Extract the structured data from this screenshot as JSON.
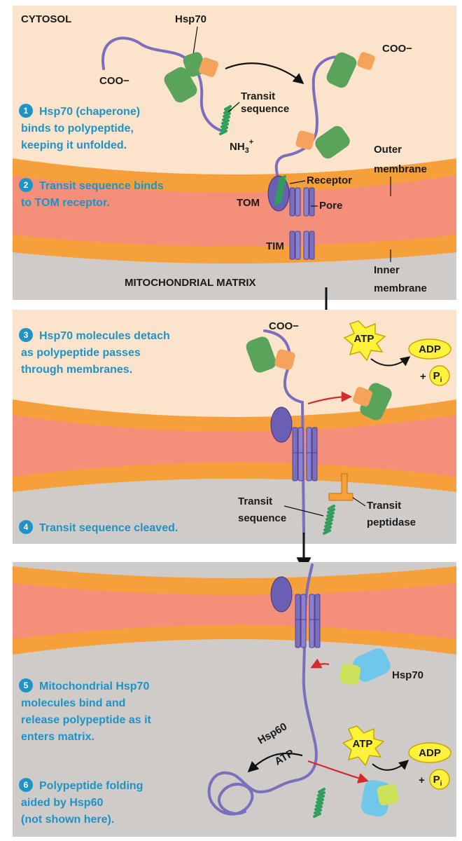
{
  "panel1": {
    "cytosol": "CYTOSOL",
    "hsp70": "Hsp70",
    "coo_left": "COO−",
    "coo_right": "COO−",
    "transit_line1": "Transit",
    "transit_line2": "sequence",
    "nh3": "NH",
    "nh3_sub": "3",
    "nh3_sup": "+",
    "outer_line1": "Outer",
    "outer_line2": "membrane",
    "receptor": "Receptor",
    "tom": "TOM",
    "pore": "Pore",
    "tim": "TIM",
    "matrix": "MITOCHONDRIAL MATRIX",
    "inner_line1": "Inner",
    "inner_line2": "membrane",
    "step1_num": "1",
    "step1_lines": [
      "Hsp70 (chaperone)",
      "binds to polypeptide,",
      "keeping it unfolded."
    ],
    "step2_num": "2",
    "step2_lines": [
      "Transit sequence binds",
      "to TOM receptor."
    ]
  },
  "panel2": {
    "coo": "COO−",
    "atp": "ATP",
    "adp": "ADP",
    "plus": "+",
    "pi": "P",
    "pi_sub": "i",
    "transit_line1": "Transit",
    "transit_line2": "sequence",
    "peptidase_line1": "Transit",
    "peptidase_line2": "peptidase",
    "step3_num": "3",
    "step3_lines": [
      "Hsp70 molecules detach",
      "as polypeptide passes",
      "through membranes."
    ],
    "step4_num": "4",
    "step4_lines": [
      "Transit sequence cleaved."
    ]
  },
  "panel3": {
    "hsp70": "Hsp70",
    "hsp60": "Hsp60",
    "atp_small": "ATP",
    "atp": "ATP",
    "adp": "ADP",
    "plus": "+",
    "pi": "P",
    "pi_sub": "i",
    "step5_num": "5",
    "step5_lines": [
      "Mitochondrial Hsp70",
      "molecules bind and",
      "release polypeptide as it",
      "enters matrix."
    ],
    "step6_num": "6",
    "step6_lines": [
      "Polypeptide folding",
      "aided by Hsp60",
      "(not shown here)."
    ]
  },
  "colors": {
    "cytosol": "#fbe3cc",
    "membrane_orange": "#f5a03a",
    "membrane_salmon": "#f4907a",
    "matrix_gray": "#cfcbc8",
    "chain": "#7b6fbd",
    "hsp70_green": "#5aa35a",
    "hsp70_orange": "#f5a25a",
    "mito_hsp70_blue": "#6fc8ea",
    "mito_hsp70_lime": "#cbe25a",
    "transit_green": "#3bb36b",
    "step_blue": "#1d93c8",
    "atp_yellow": "#fff23a",
    "red_arrow": "#d42a2a"
  }
}
